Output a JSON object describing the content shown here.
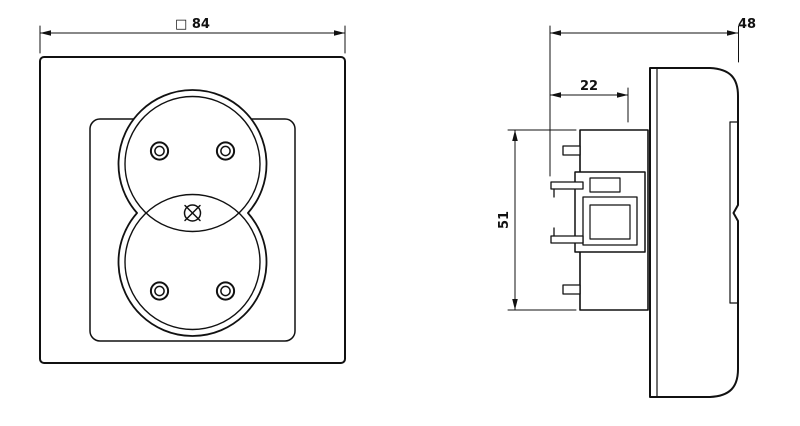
{
  "drawing": {
    "background": "#ffffff",
    "line_color": "#111111"
  },
  "front_view": {
    "width_dim": "□ 84"
  },
  "side_view": {
    "total_depth_dim": "48",
    "front_depth_dim": "22",
    "insert_height_dim": "51"
  }
}
